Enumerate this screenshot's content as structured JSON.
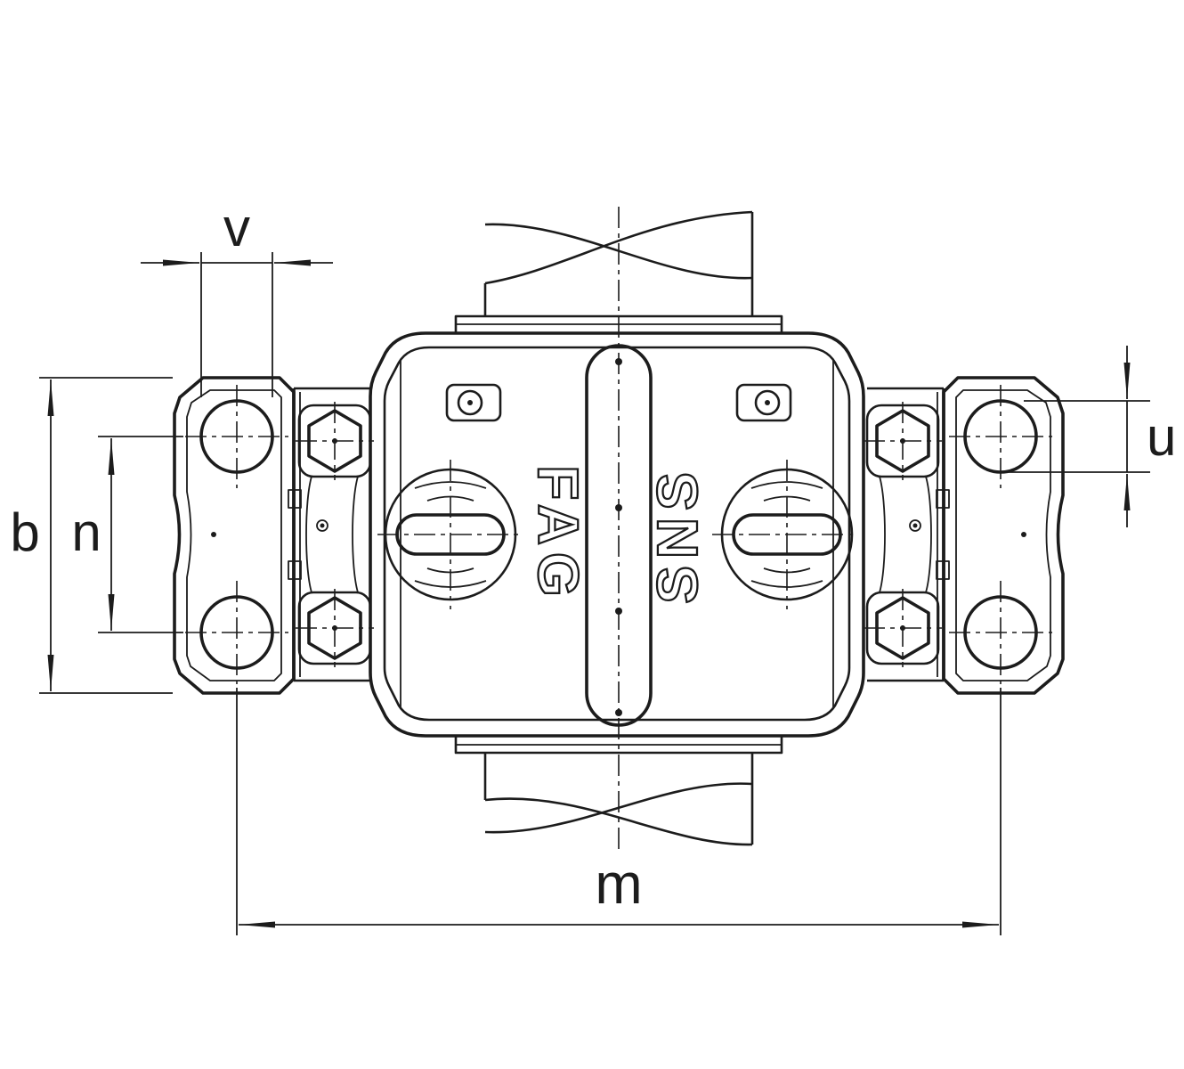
{
  "drawing": {
    "brand": {
      "left_mark": "FAG",
      "right_mark": "SNS"
    },
    "dimension_labels": {
      "v": "v",
      "u": "u",
      "b": "b",
      "n": "n",
      "m": "m"
    },
    "colors": {
      "line": "#1c1c1c",
      "background": "#ffffff"
    }
  }
}
